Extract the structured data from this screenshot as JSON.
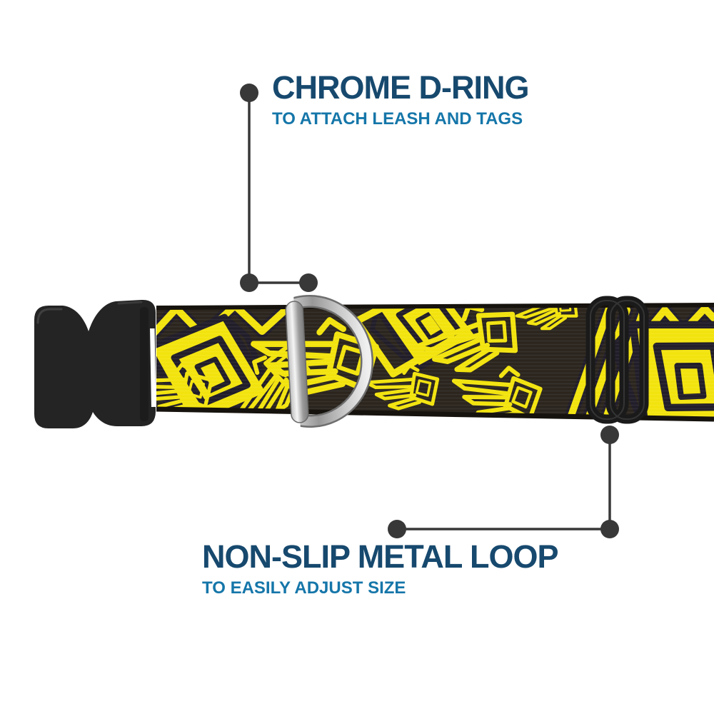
{
  "page": {
    "background_color": "#ffffff"
  },
  "annotations": {
    "top": {
      "title": "CHROME D-RING",
      "subtitle": "TO ATTACH LEASH AND TAGS"
    },
    "bottom": {
      "title": "NON-SLIP METAL LOOP",
      "subtitle": "TO EASILY ADJUST SIZE"
    }
  },
  "styles": {
    "title_color": "#17496e",
    "subtitle_color": "#1576a9",
    "callout_color": "#383838",
    "strap_base_color": "#2b251e",
    "strap_pattern_yellow": "#f2e30e",
    "pattern_outline_navy": "#211d29",
    "buckle_black": "#242424",
    "slide_black": "#1a1a1a",
    "dring_chrome_light": "#f5f5f5",
    "dring_chrome_dark": "#8f8f8f"
  },
  "parts": {
    "strap": "patterned-collar-strap",
    "buckle": "plastic-side-release-buckle",
    "dring": "chrome-d-ring",
    "slide": "metal-slide-loop"
  }
}
